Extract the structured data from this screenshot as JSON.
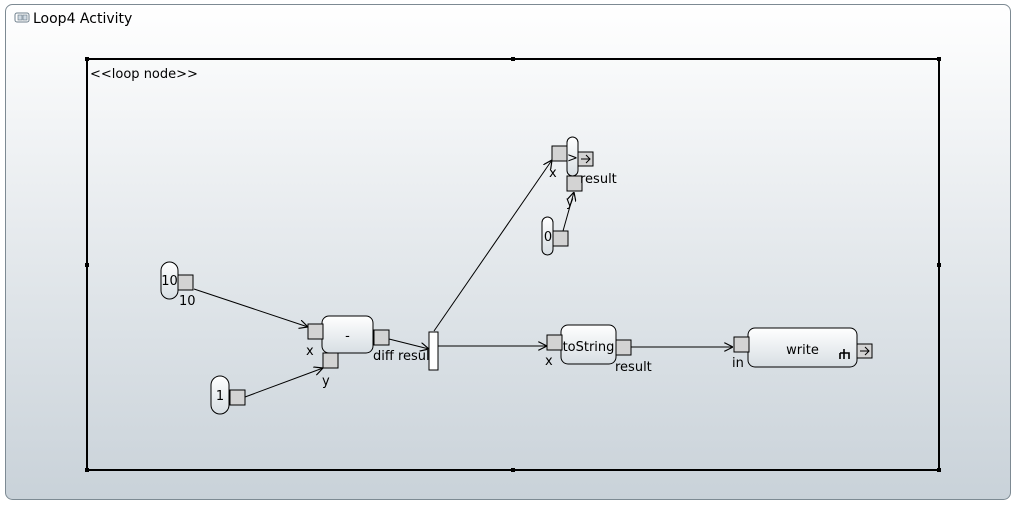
{
  "activity": {
    "title": "Loop4 Activity",
    "icon": "activity-icon"
  },
  "loop_node": {
    "stereotype": "<<loop node>>"
  },
  "nodes": {
    "value_10": {
      "label": "10",
      "pin_label": "10"
    },
    "value_1": {
      "label": "1"
    },
    "value_0": {
      "label": "0"
    },
    "minus": {
      "label": "-",
      "pin_x": "x",
      "pin_y": "y",
      "pin_out": "diff result"
    },
    "greater": {
      "label": ">",
      "pin_x": "x",
      "pin_y": "y",
      "pin_out": "result"
    },
    "tostring": {
      "label": "toString",
      "pin_x": "x",
      "pin_out": "result"
    },
    "write": {
      "label": "write",
      "pin_in": "in",
      "icon": "call-behavior-icon"
    }
  },
  "colors": {
    "background_top": "#ffffff",
    "background_bottom": "#c9d2d9",
    "node_fill_top": "#ffffff",
    "node_fill_bottom": "#d7dee3",
    "pin_fill": "#d3d3d3",
    "stroke": "#000000"
  }
}
